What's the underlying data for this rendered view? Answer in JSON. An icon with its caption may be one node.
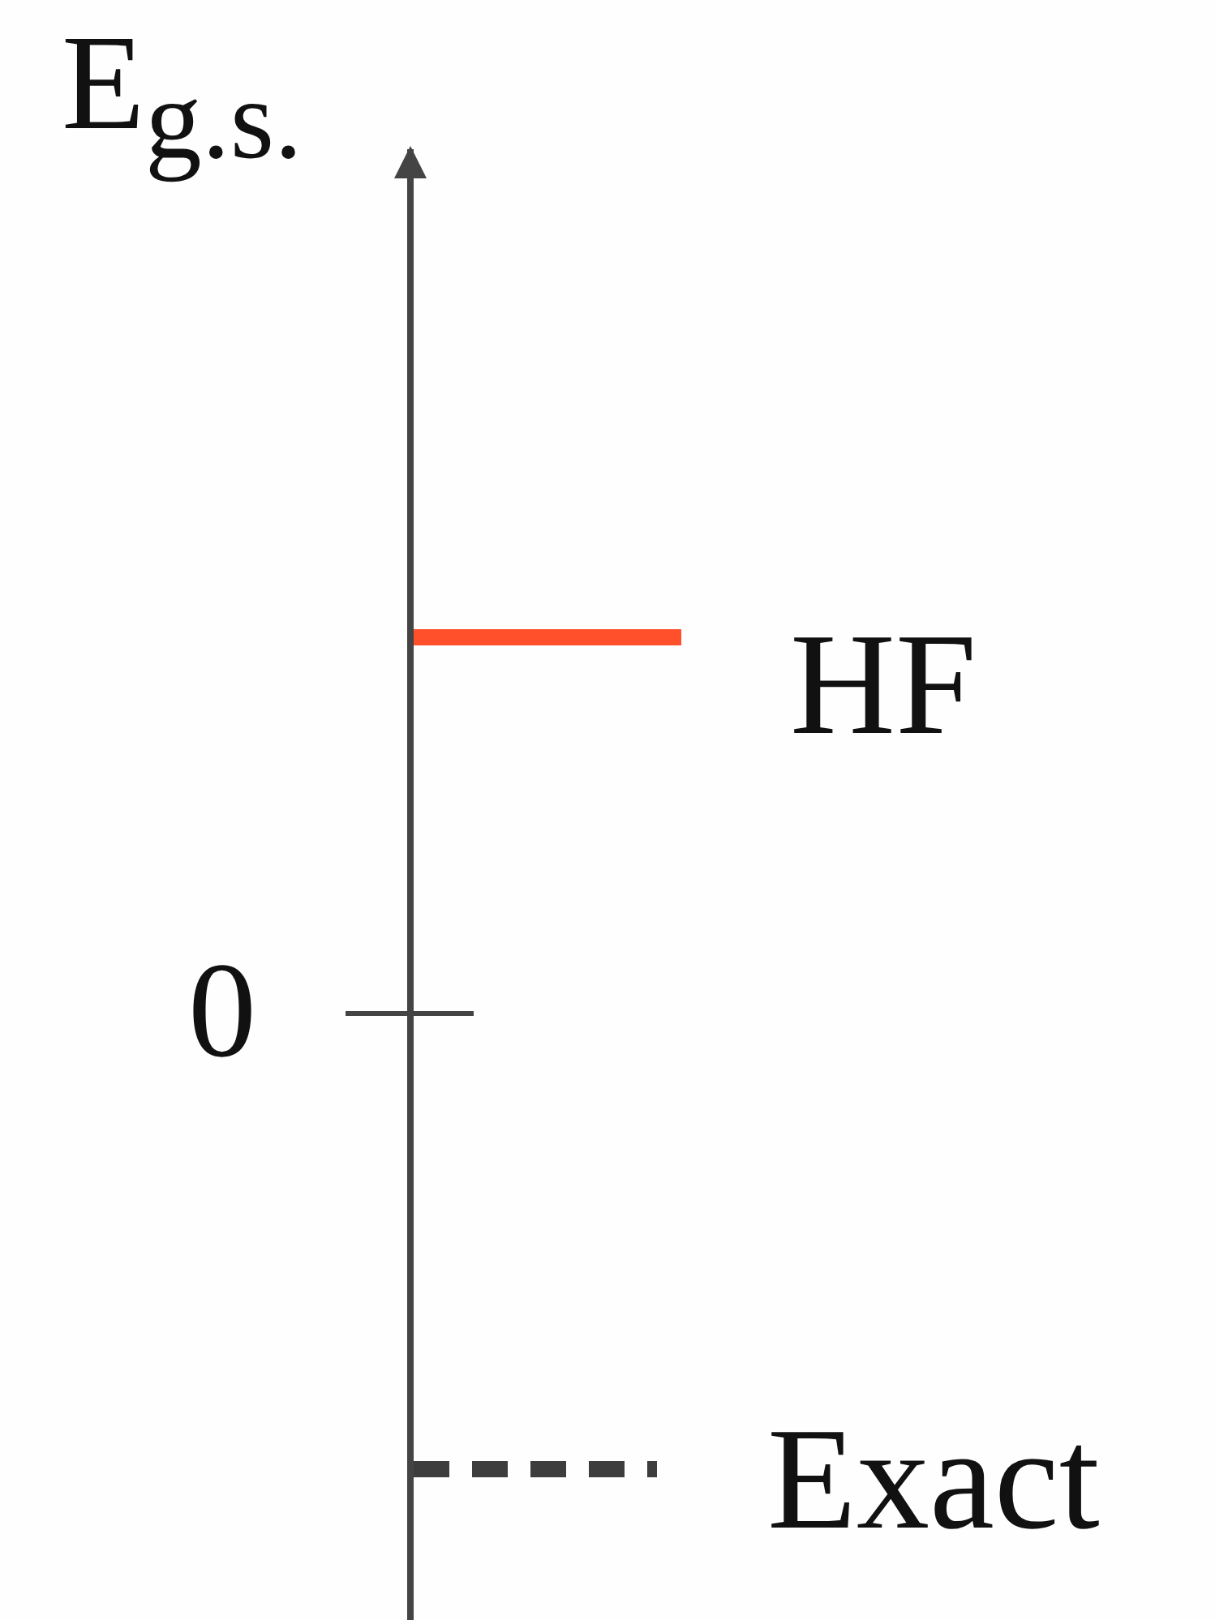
{
  "diagram": {
    "labels": [
      "E$_{g.s.}$",
      "0"
    ],
    "legend": [
      {
        "text": "HF"
      },
      {
        "text": "Exact"
      }
    ]
  }
}
